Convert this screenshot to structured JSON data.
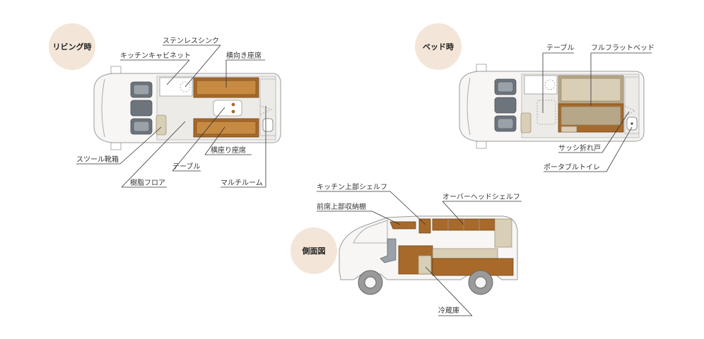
{
  "badges": {
    "living": "リビング時",
    "bed": "ベッド時",
    "side": "側面図"
  },
  "living_labels": {
    "stainless_sink": "ステンレスシンク",
    "kitchen_cabinet": "キッチンキャビネット",
    "side_seat": "横向き座席",
    "stool_shoe_box": "スツール靴箱",
    "table": "テーブル",
    "resin_floor": "樹脂フロア",
    "side_seat_2": "横座り座席",
    "multi_room": "マルチルーム"
  },
  "bed_labels": {
    "table": "テーブル",
    "full_flat_bed": "フルフラットベッド",
    "sash_door": "サッシ折れ戸",
    "portable_toilet": "ポータブルトイレ"
  },
  "side_labels": {
    "kitchen_shelf": "キッチン上部シェルフ",
    "front_storage": "前席上部収納棚",
    "overhead_shelf": "オーバーヘッドシェルフ",
    "fridge": "冷蔵庫"
  }
}
